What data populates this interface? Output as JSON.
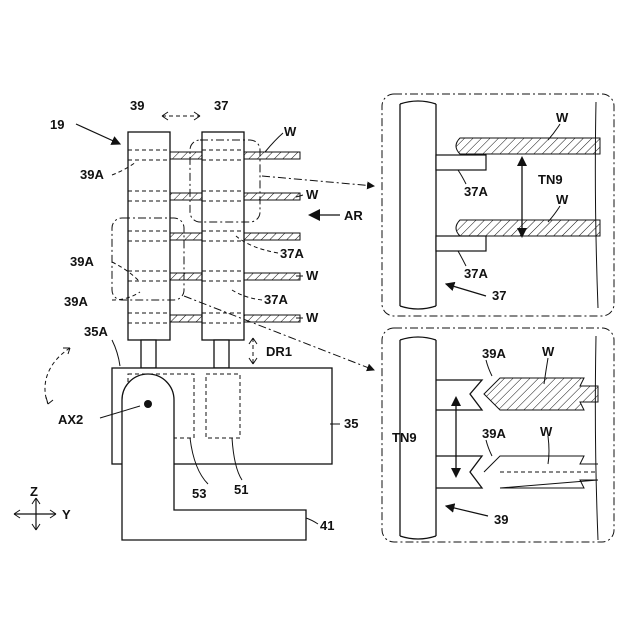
{
  "labels": {
    "device": "19",
    "chuck_left": "39",
    "chuck_right": "37",
    "w": "W",
    "groove_39a": "39A",
    "groove_37a": "37A",
    "arrow_ar": "AR",
    "dr1": "DR1",
    "base": "35",
    "base_a": "35A",
    "ax2": "AX2",
    "p53": "53",
    "p51": "51",
    "arm": "41",
    "tn9": "TN9",
    "axis_z": "Z",
    "axis_y": "Y"
  }
}
